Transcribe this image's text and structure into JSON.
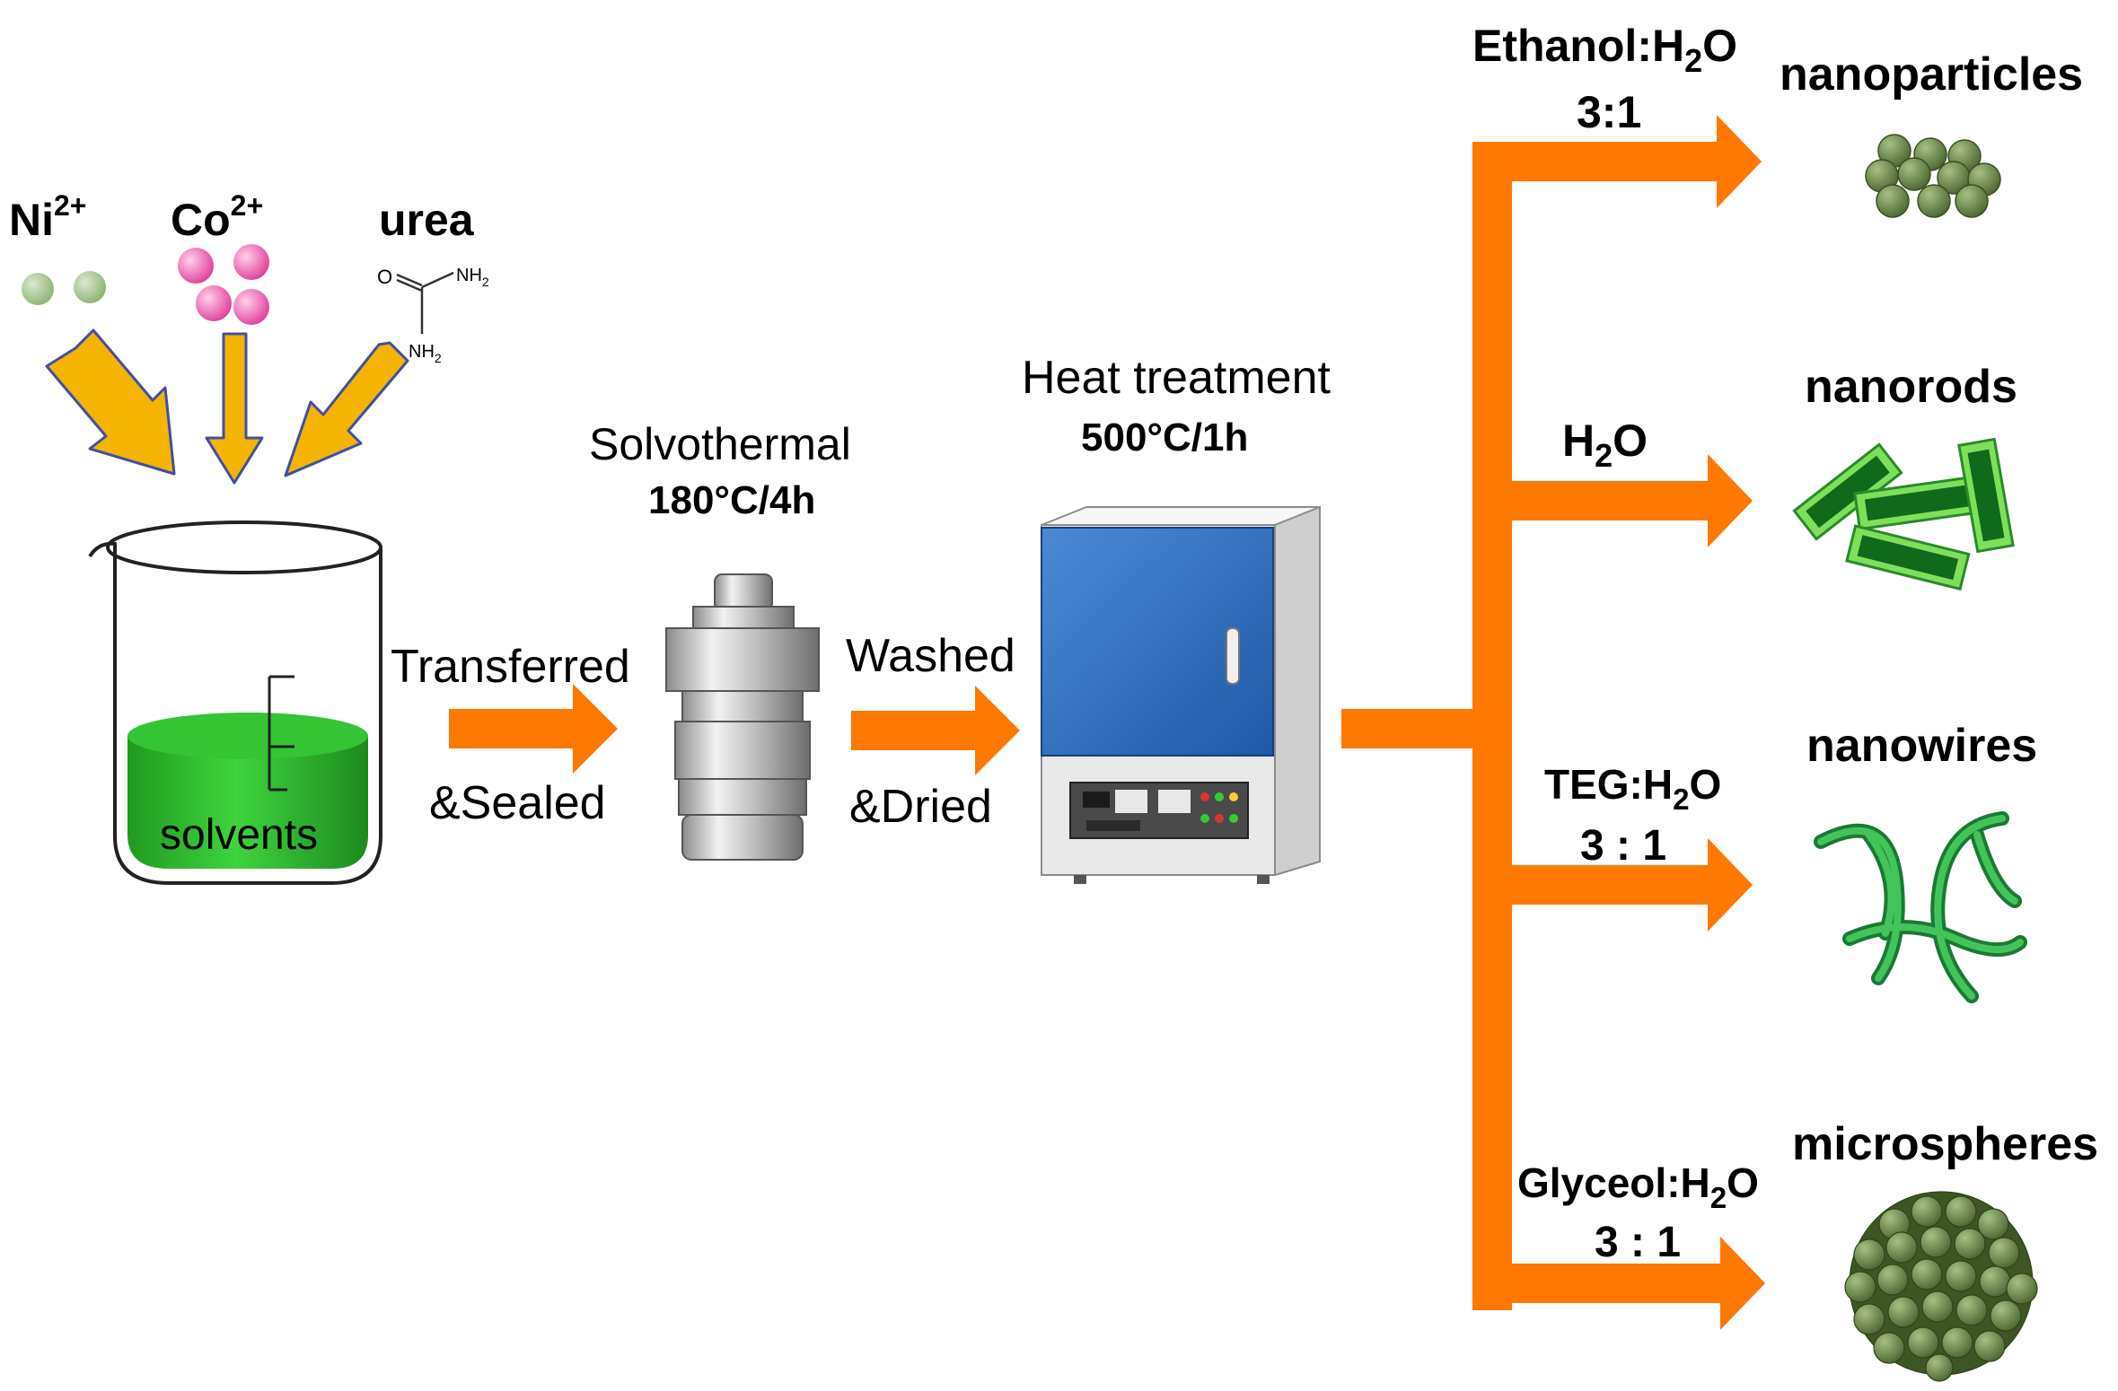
{
  "reactants": {
    "ni_label": "Ni",
    "ni_charge": "2+",
    "co_label": "Co",
    "co_charge": "2+",
    "urea_label": "urea",
    "urea_o": "O",
    "urea_nh2_top": "NH",
    "urea_nh2_bottom": "NH",
    "urea_sub": "2"
  },
  "beaker": {
    "label": "solvents"
  },
  "step1": {
    "line1": "Transferred",
    "line2": "&Sealed"
  },
  "autoclave": {
    "title": "Solvothermal",
    "condition": "180°C/4h"
  },
  "step2": {
    "line1": "Washed",
    "line2": "&Dried"
  },
  "furnace": {
    "title": "Heat treatment",
    "condition": "500°C/1h"
  },
  "branches": [
    {
      "solvent_main": "Ethanol:H",
      "solvent_sub": "2",
      "solvent_tail": "O",
      "ratio": "3:1",
      "product": "nanoparticles"
    },
    {
      "solvent_main": "H",
      "solvent_sub": "2",
      "solvent_tail": "O",
      "ratio": "",
      "product": "nanorods"
    },
    {
      "solvent_main": "TEG:H",
      "solvent_sub": "2",
      "solvent_tail": "O",
      "ratio": "3 : 1",
      "product": "nanowires"
    },
    {
      "solvent_main": "Glyceol:H",
      "solvent_sub": "2",
      "solvent_tail": "O",
      "ratio": "3 : 1",
      "product": "microspheres"
    }
  ],
  "colors": {
    "flow_arrow": "#ff7800",
    "reactant_arrow": "#f5b400",
    "ni_particle": "#9cbf84",
    "co_particle": "#ee5fae",
    "solution": "#2db82d",
    "furnace_door": "#2f6fc0",
    "nanostructure": "#5e7a3c",
    "rod": "#2a9a2a",
    "wire": "#1f9a3a"
  }
}
